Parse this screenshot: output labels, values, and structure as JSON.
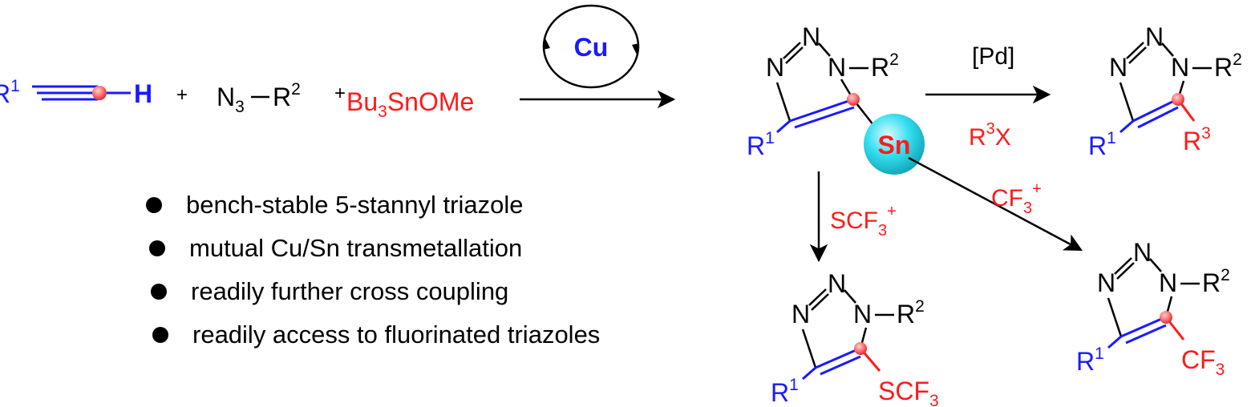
{
  "colors": {
    "black": "#000000",
    "blue": "#1a1aff",
    "red": "#ff1a1a",
    "sphere": "#33ddee",
    "node": "#ff6b6b"
  },
  "reagents": {
    "alkyne_sub": "1",
    "alkyne_R": "R",
    "alkyne_H": "H",
    "plus1": "+",
    "azide_N": "N",
    "azide_N_sub": "3",
    "azide_R": "R",
    "azide_R_sup": "2",
    "plus2": "+",
    "tin_bu": "Bu",
    "tin_sub": "3",
    "tin_rest": "SnOMe",
    "catalyst": "Cu"
  },
  "triazole_labels": {
    "N_top": "N",
    "N_left": "N",
    "N_right": "N",
    "R": "R",
    "R2_sup": "2",
    "R1_sup": "1"
  },
  "substituents": {
    "Sn": "Sn",
    "R3": "R",
    "R3_sup": "3",
    "CF3_main": "CF",
    "CF3_sub": "3",
    "SCF3_main": "SCF",
    "SCF3_sub": "3"
  },
  "arrow_labels": {
    "pd": "[Pd]",
    "r3x_R": "R",
    "r3x_sup": "3",
    "r3x_X": "X",
    "scf3_main": "SCF",
    "scf3_sub": "3",
    "scf3_sup": "+",
    "cf3_main": "CF",
    "cf3_sub": "3",
    "cf3_sup": "+"
  },
  "bullets": [
    "bench-stable 5-stannyl triazole",
    "mutual Cu/Sn transmetallation",
    "readily further cross coupling",
    "readily access to fluorinated triazoles"
  ]
}
